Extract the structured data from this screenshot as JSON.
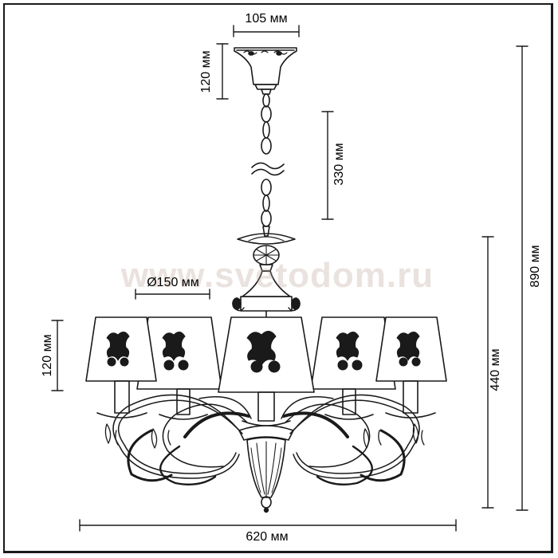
{
  "colors": {
    "line": "#1a1a1a",
    "shade_fill": "#ffffff",
    "watermark": "#b9a096"
  },
  "watermark": "www.svetodom.ru",
  "dimensions": {
    "canopy_width": "105 мм",
    "canopy_height": "120 мм",
    "chain_length": "330 мм",
    "shade_diameter": "Ø150 мм",
    "shade_height": "120 мм",
    "body_height": "440 мм",
    "total_height": "890 мм",
    "total_width": "620 мм"
  }
}
